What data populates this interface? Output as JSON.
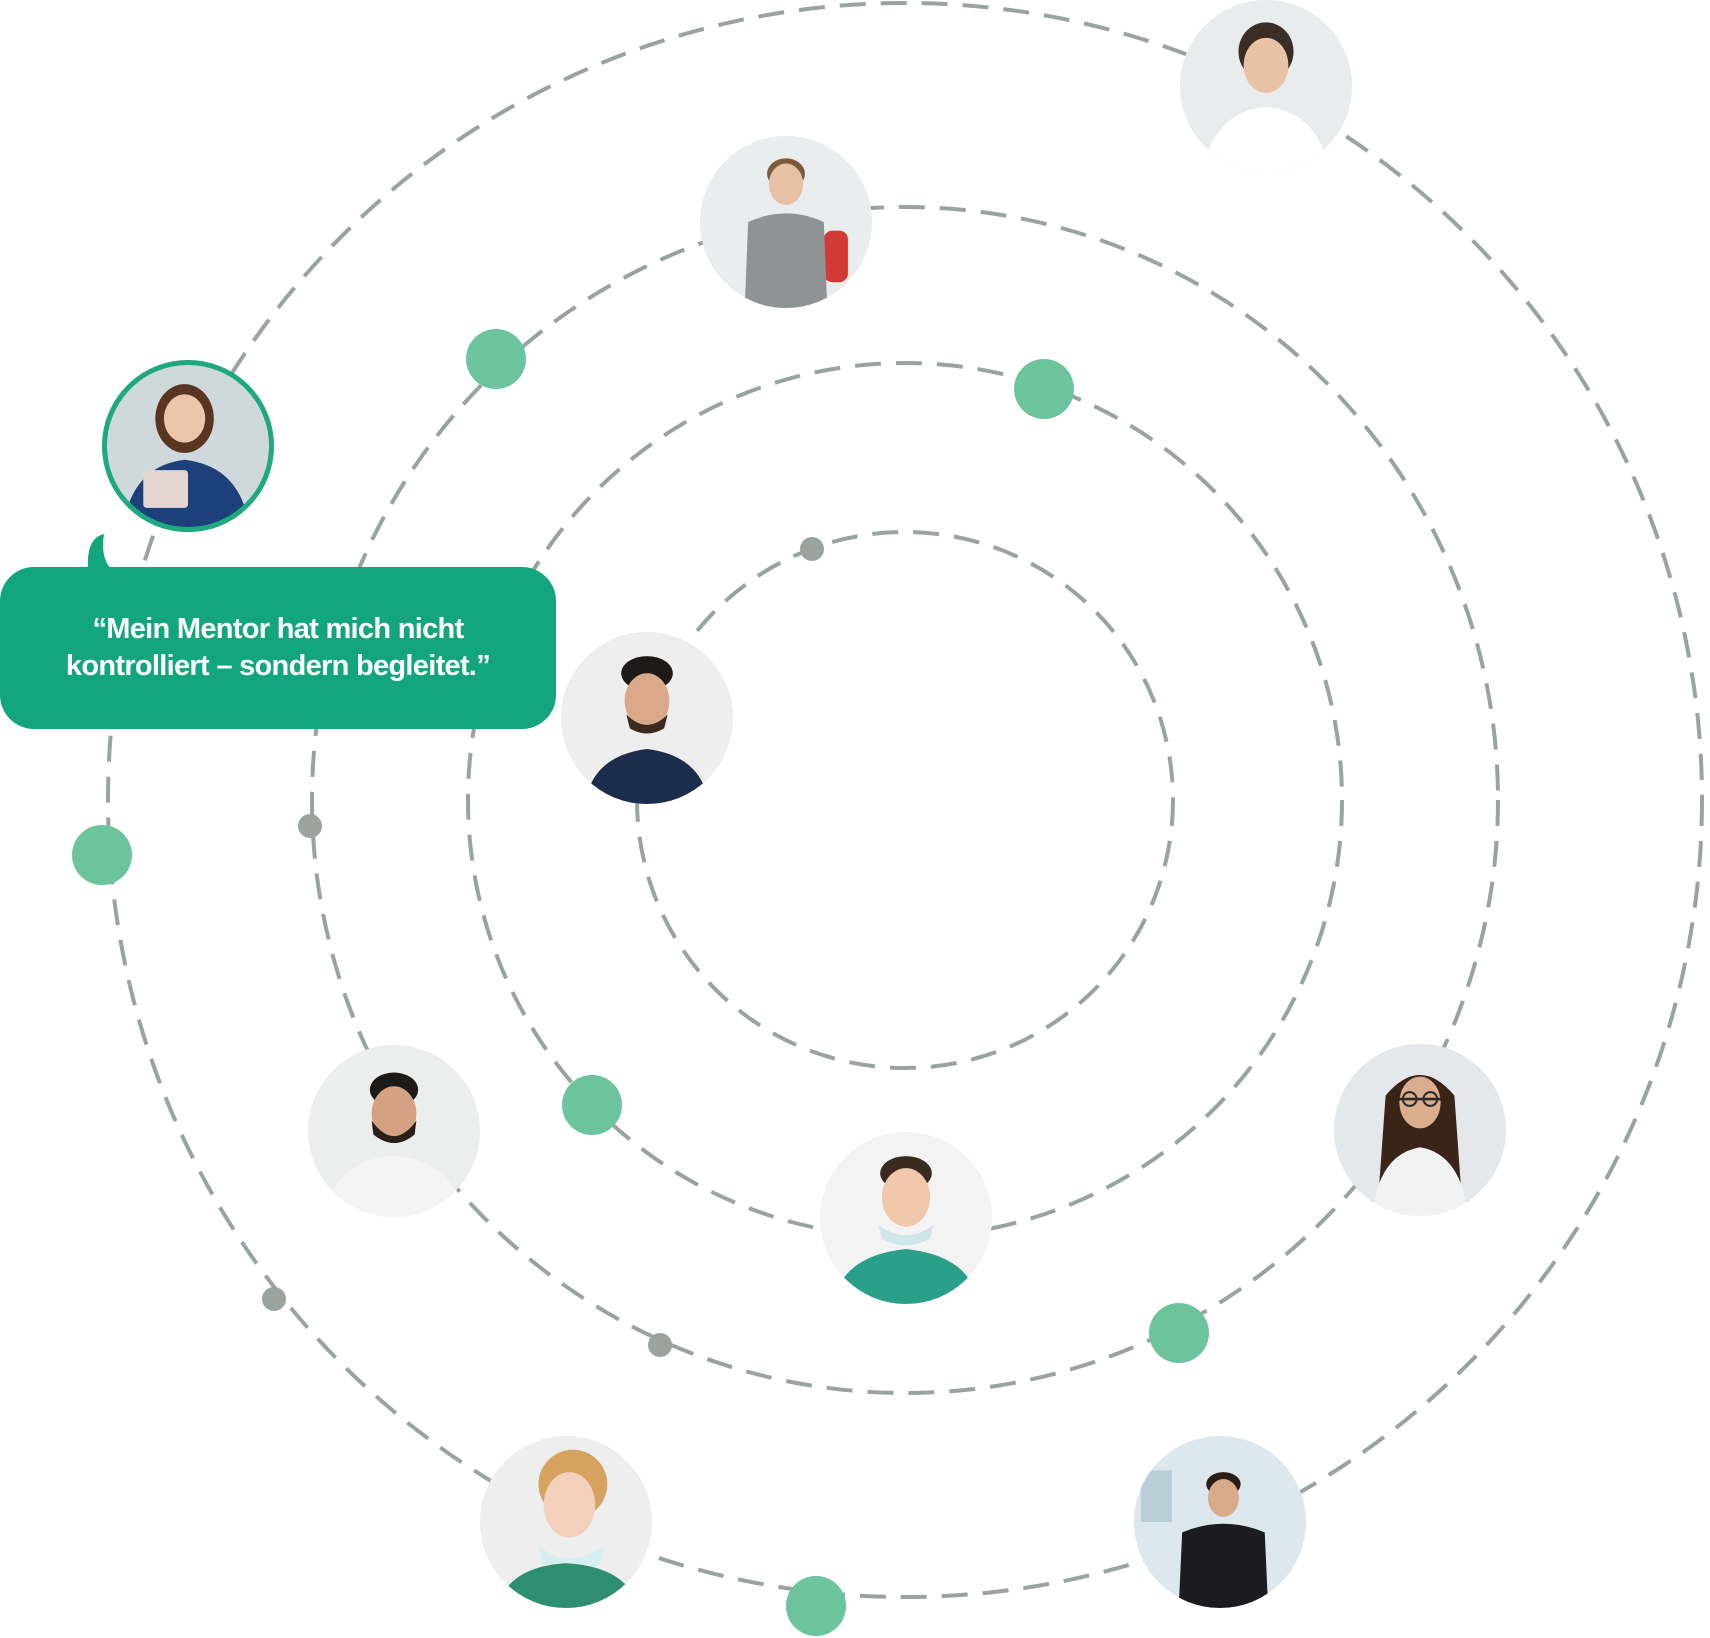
{
  "quote": {
    "line1": "“Mein Mentor hat mich nicht",
    "line2": "kontrolliert – sondern begleitet.”"
  },
  "colors": {
    "accent": "#13a67e",
    "dot_green": "#6cc49d",
    "dot_gray": "#9ba39f",
    "ring": "#9ba39f"
  },
  "avatars": [
    {
      "name": "avatar-woman-white-uniform",
      "icon": "portrait-woman-icon",
      "shirt": "#ffffff",
      "hair": "#3b2c24",
      "bg": "#e8ecec"
    },
    {
      "name": "avatar-young-man-grey-sweater",
      "icon": "portrait-man-icon",
      "shirt": "#8f9394",
      "hair": "#7b5a3c",
      "bg": "#e9edee"
    },
    {
      "name": "avatar-woman-tablet-active",
      "icon": "portrait-woman-icon",
      "shirt": "#1d3f7a",
      "hair": "#5a3522",
      "bg": "#cfd8da"
    },
    {
      "name": "avatar-smiling-man-navy",
      "icon": "portrait-man-icon",
      "shirt": "#1b2d4a",
      "hair": "#1e1a18",
      "bg": "#eeeeee"
    },
    {
      "name": "avatar-bearded-man-white-coat",
      "icon": "portrait-man-icon",
      "shirt": "#f4f4f4",
      "hair": "#1d1a18",
      "bg": "#eceeee"
    },
    {
      "name": "avatar-man-teal-scrubs",
      "icon": "portrait-man-icon",
      "shirt": "#2aa08a",
      "hair": "#3b2a1e",
      "bg": "#f3f3f3"
    },
    {
      "name": "avatar-woman-glasses-white-coat",
      "icon": "portrait-woman-icon",
      "shirt": "#f2f2f2",
      "hair": "#3a2418",
      "bg": "#e4e8ea"
    },
    {
      "name": "avatar-blonde-woman-green-scrubs",
      "icon": "portrait-woman-icon",
      "shirt": "#2f8f73",
      "hair": "#d6a25f",
      "bg": "#eeeeee"
    },
    {
      "name": "avatar-man-black-scrubs",
      "icon": "portrait-man-icon",
      "shirt": "#1c1c20",
      "hair": "#2a1e18",
      "bg": "#dde8ee"
    }
  ]
}
